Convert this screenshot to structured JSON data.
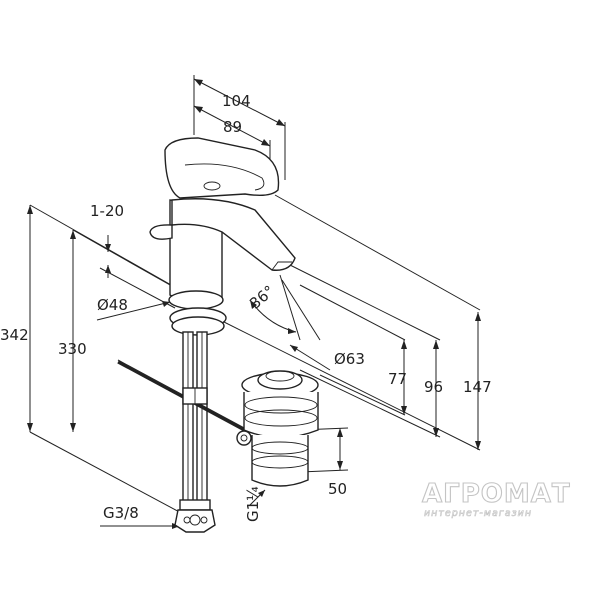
{
  "dimensions": {
    "total_width": "104",
    "spout_reach": "89",
    "lever_gap": "1-20",
    "body_diameter": "Ø48",
    "total_height": "342",
    "hose_length": "330",
    "hole_diameter": "Ø63",
    "tilt_angle": "36°",
    "outlet_height": "77",
    "spout_height": "96",
    "overall_height": "147",
    "drain_length": "50",
    "supply_thread": "G3/8",
    "drain_thread": "G1¼"
  },
  "watermark": {
    "brand": "АГРОМАТ",
    "subtitle": "интернет-магазин"
  },
  "colors": {
    "line": "#222222",
    "watermark_stroke": "#c4c4c4",
    "background": "#ffffff"
  }
}
